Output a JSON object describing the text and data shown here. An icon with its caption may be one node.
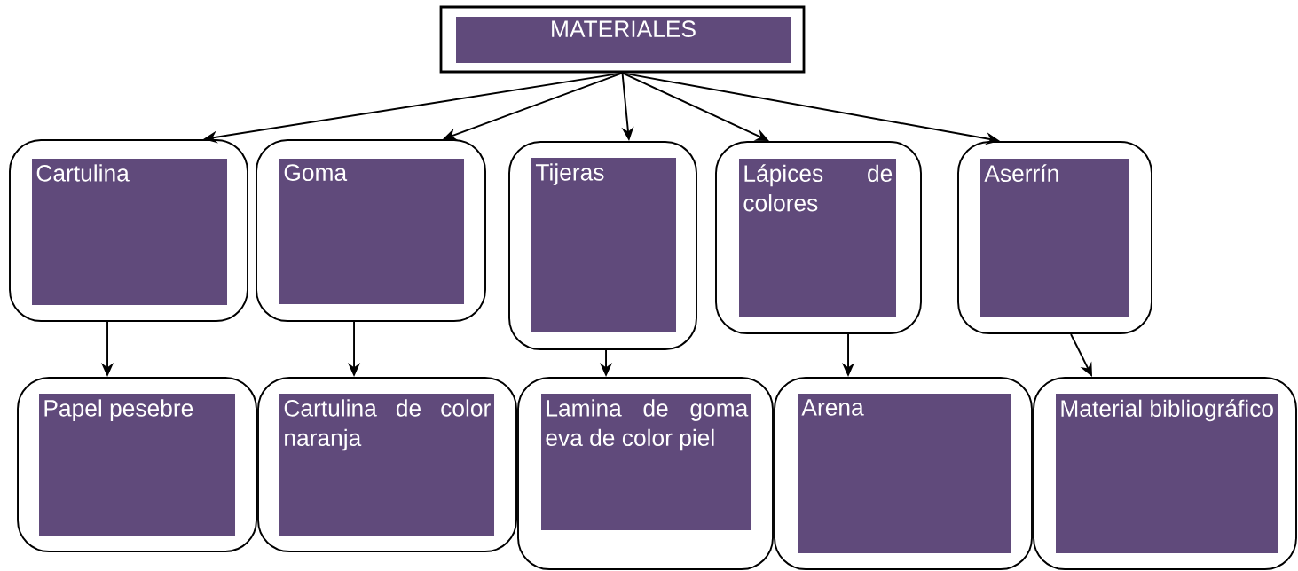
{
  "diagram": {
    "nodes": [
      {
        "text": [
          "MATERIALES"
        ]
      },
      {
        "text": [
          "Cartulina"
        ]
      },
      {
        "text": [
          "Goma"
        ]
      },
      {
        "text": [
          "Tijeras"
        ]
      },
      {
        "text": [
          "Lápices de colores"
        ]
      },
      {
        "text": [
          "Aserrín"
        ]
      },
      {
        "text": [
          "Papel pesebre"
        ]
      },
      {
        "text": [
          "Cartulina de color naranja"
        ]
      },
      {
        "text": [
          "Lamina de goma eva de color piel"
        ]
      },
      {
        "text": [
          "Arena"
        ]
      },
      {
        "text": [
          "Material bibliográfico"
        ]
      }
    ],
    "edges": [
      {
        "from": 0,
        "to": 1,
        "arrow": "to"
      },
      {
        "from": 0,
        "to": 2,
        "arrow": "to"
      },
      {
        "from": 0,
        "to": 3,
        "arrow": "to"
      },
      {
        "from": 0,
        "to": 4,
        "arrow": "to"
      },
      {
        "from": 0,
        "to": 5,
        "arrow": "to"
      },
      {
        "from": 1,
        "to": 6,
        "arrow": "to"
      },
      {
        "from": 2,
        "to": 7,
        "arrow": "to"
      },
      {
        "from": 3,
        "to": 8,
        "arrow": "to"
      },
      {
        "from": 4,
        "to": 9,
        "arrow": "to"
      },
      {
        "from": 5,
        "to": 10,
        "arrow": "to"
      }
    ]
  }
}
